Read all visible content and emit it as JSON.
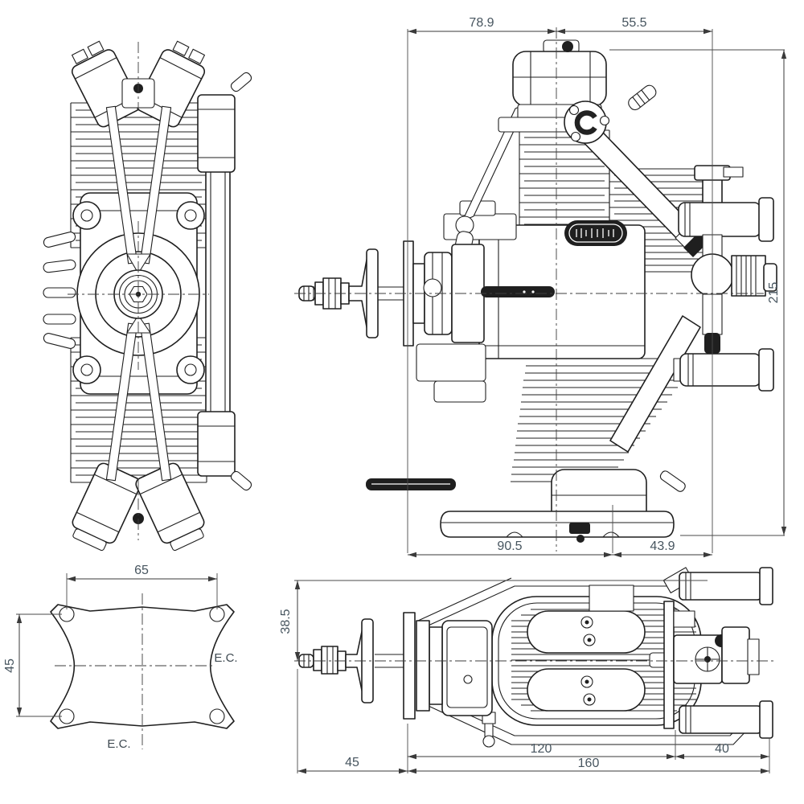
{
  "page": {
    "background": "#ffffff"
  },
  "drawing": {
    "type": "engine-multi-view-technical-drawing",
    "line_color": "#1f1f1f",
    "dim_line_color": "#3a3a3a",
    "dim_text_color": "#47555f",
    "views": {
      "front_view": {
        "name": "engine front view"
      },
      "side_view": {
        "name": "engine side view",
        "dims": {
          "front_to_cylinder": "78.9",
          "cylinder_to_rear": "55.5",
          "overall_height": "215",
          "mount_to_center": "90.5",
          "center_to_rear": "43.9"
        }
      },
      "mount_plate_view": {
        "name": "engine mount plate view",
        "dims": {
          "bolt_spacing_width": "65",
          "bolt_spacing_height": "45"
        },
        "labels": {
          "ec_side": "E.C.",
          "ec_bottom": "E.C."
        }
      },
      "bottom_view": {
        "name": "engine bottom view",
        "dims": {
          "center_height": "38.5",
          "shaft_length": "45",
          "case_length": "120",
          "overall_length": "160",
          "rear_section": "40"
        }
      }
    }
  }
}
